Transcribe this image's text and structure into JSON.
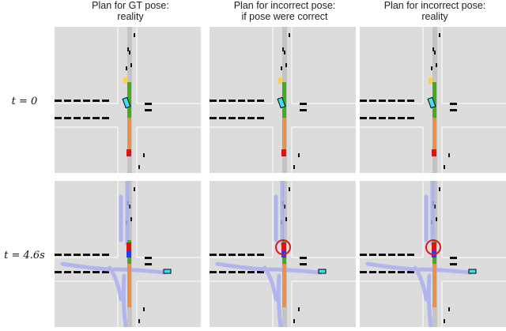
{
  "columns": [
    {
      "line1": "Plan for GT pose:",
      "line2": "reality"
    },
    {
      "line1": "Plan for incorrect pose:",
      "line2": "if pose were correct"
    },
    {
      "line1": "Plan for incorrect pose:",
      "line2": "reality"
    }
  ],
  "rows": [
    {
      "label": "t = 0"
    },
    {
      "label": "t = 4.6s"
    }
  ],
  "colors": {
    "background": "#dcdcdc",
    "lane_marking": "#ffffff",
    "parked_car": "#111111",
    "plan_green": "#44aa22",
    "plan_orange": "#f08a3c",
    "ego_red": "#e31010",
    "blue_box": "#1f3cff",
    "cyan_vehicle": "#3ee0f0",
    "yellow_vehicle": "#f6d25a",
    "trajectory_lavender": "#a9b0f0",
    "highlight_circle": "#e01818"
  },
  "icons": {
    "ego_vehicle": "red-rectangle",
    "other_vehicle": "cyan-rectangle",
    "highlight": "red-circle"
  }
}
